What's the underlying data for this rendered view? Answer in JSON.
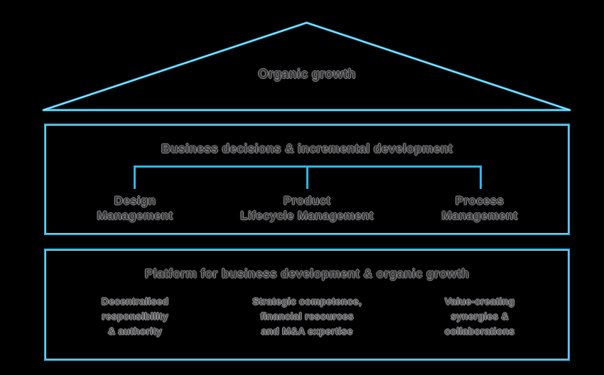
{
  "colors": {
    "background": "#000000",
    "line": "#2ab8e8",
    "line_highlight": "#d9f5fd"
  },
  "roof": {
    "label": "Organic growth"
  },
  "middle_section": {
    "title": "Business decisions & incremental development",
    "branches": [
      {
        "line1": "Design",
        "line2": "Management"
      },
      {
        "line1": "Product",
        "line2": "Lifecycle Management"
      },
      {
        "line1": "Process",
        "line2": "Management"
      }
    ]
  },
  "platform_section": {
    "title": "Platform for business development & organic growth",
    "pillars": [
      {
        "line1": "Decentralised",
        "line2": "responsibility",
        "line3": "& authority"
      },
      {
        "line1": "Strategic competence,",
        "line2": "financial resources",
        "line3": "and M&A expertise"
      },
      {
        "line1": "Value-creating",
        "line2": "synergies &",
        "line3": "collaborations"
      }
    ]
  }
}
